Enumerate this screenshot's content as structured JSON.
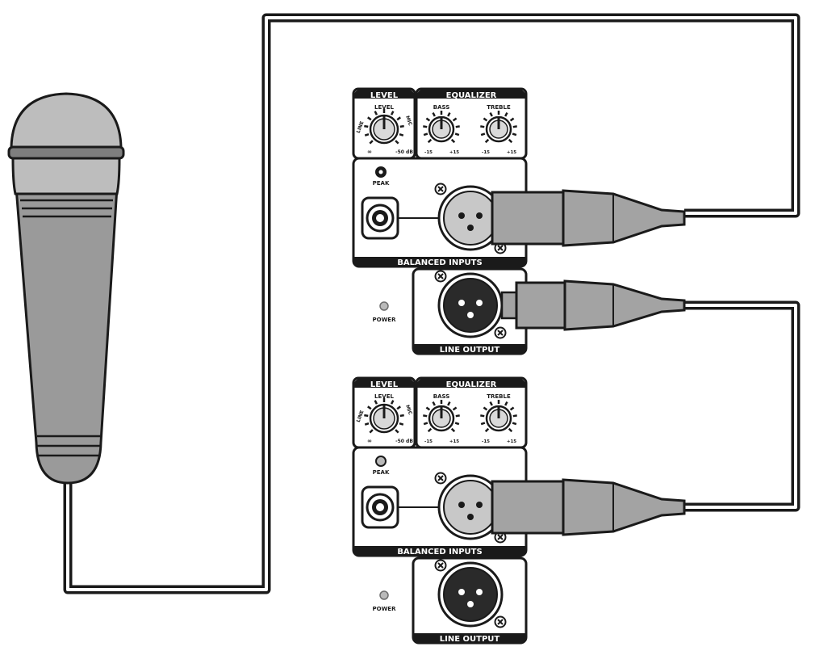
{
  "colors": {
    "outline": "#1a1a1a",
    "panel_bg": "#ffffff",
    "header_bg": "#1a1a1a",
    "header_text": "#ffffff",
    "mic_body": "#9a9a9a",
    "mic_head": "#bdbdbd",
    "connector_gray": "#a3a3a3",
    "xlr_female": "#c8c8c8",
    "xlr_male": "#2a2a2a",
    "led_gray": "#b9b9b9"
  },
  "units": [
    {
      "level_header": "LEVEL",
      "eq_header": "EQUALIZER",
      "level_knob_label": "LEVEL",
      "line_label": "LINE",
      "mic_label": "MIC",
      "level_min": "∞",
      "level_max": "-50 dB",
      "bass_label": "BASS",
      "treble_label": "TREBLE",
      "bass_min": "-15",
      "bass_max": "+15",
      "treble_min": "-15",
      "treble_max": "+15",
      "peak_label": "PEAK",
      "balanced_inputs_label": "BALANCED INPUTS",
      "power_label": "POWER",
      "line_output_label": "LINE OUTPUT"
    },
    {
      "level_header": "LEVEL",
      "eq_header": "EQUALIZER",
      "level_knob_label": "LEVEL",
      "line_label": "LINE",
      "mic_label": "MIC",
      "level_min": "∞",
      "level_max": "-50 dB",
      "bass_label": "BASS",
      "treble_label": "TREBLE",
      "bass_min": "-15",
      "bass_max": "+15",
      "treble_min": "-15",
      "treble_max": "+15",
      "peak_label": "PEAK",
      "balanced_inputs_label": "BALANCED INPUTS",
      "power_label": "POWER",
      "line_output_label": "LINE OUTPUT"
    }
  ]
}
